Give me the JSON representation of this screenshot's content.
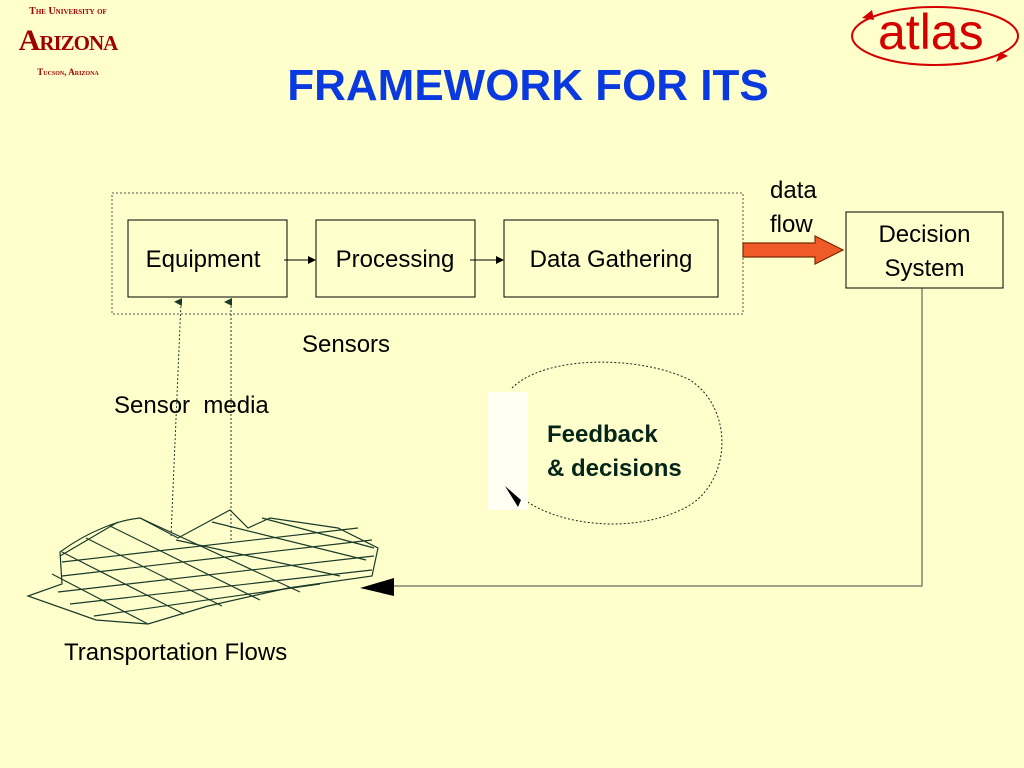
{
  "logo": {
    "line1": "The University of",
    "line2": "Arizona",
    "line3": "Tucson, Arizona"
  },
  "brand": "atlas",
  "title": "FRAMEWORK FOR ITS",
  "nodes": {
    "equipment": "Equipment",
    "processing": "Processing",
    "data_gathering": "Data Gathering",
    "decision_system": [
      "Decision",
      "System"
    ]
  },
  "labels": {
    "data_flow": [
      "data",
      "flow"
    ],
    "sensors": "Sensors",
    "sensor_media": "Sensor  media",
    "feedback": [
      "Feedback",
      "& decisions"
    ],
    "transportation_flows": "Transportation Flows"
  },
  "colors": {
    "background": "#ffffcc",
    "title": "#0a3adf",
    "arrow_fill": "#f05a28",
    "logo_red": "#a00000",
    "brand_red": "#d40000"
  }
}
